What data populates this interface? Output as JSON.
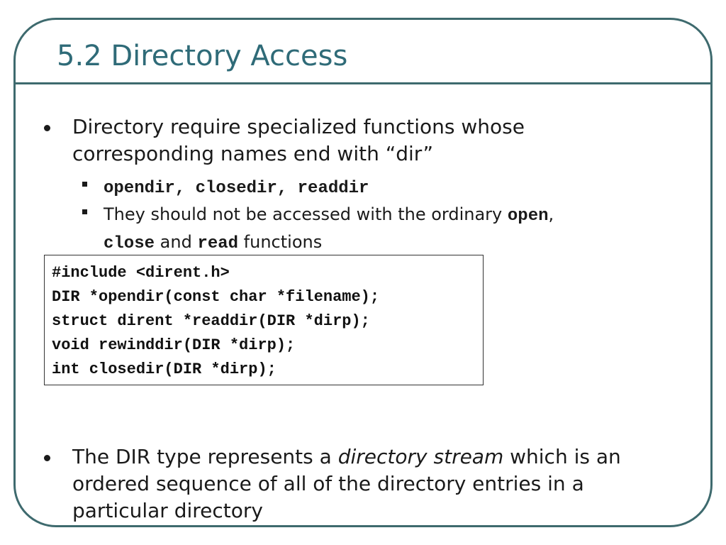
{
  "slide": {
    "title": "5.2 Directory Access",
    "bullet1": {
      "line1": "Directory require specialized functions whose",
      "line2": "corresponding names end with “dir”"
    },
    "sub1": {
      "code": "opendir, closedir, readdir"
    },
    "sub2": {
      "text_a": "They should not be accessed with the ordinary ",
      "code_open": "open",
      "comma": ",",
      "code_close": "close",
      "text_and": " and ",
      "code_read": "read",
      "text_end": " functions"
    },
    "code_block": [
      "#include <dirent.h>",
      "DIR *opendir(const char *filename);",
      "struct dirent *readdir(DIR *dirp);",
      "void rewinddir(DIR *dirp);",
      "int closedir(DIR *dirp);"
    ],
    "bullet2": {
      "text_a": "The DIR type represents a ",
      "emphasis": "directory stream",
      "text_b": " which is an",
      "line2": "ordered sequence of all of the directory entries in a",
      "line3": "particular directory"
    }
  },
  "colors": {
    "frame": "#3e6a6e",
    "title": "#2f6b78"
  }
}
